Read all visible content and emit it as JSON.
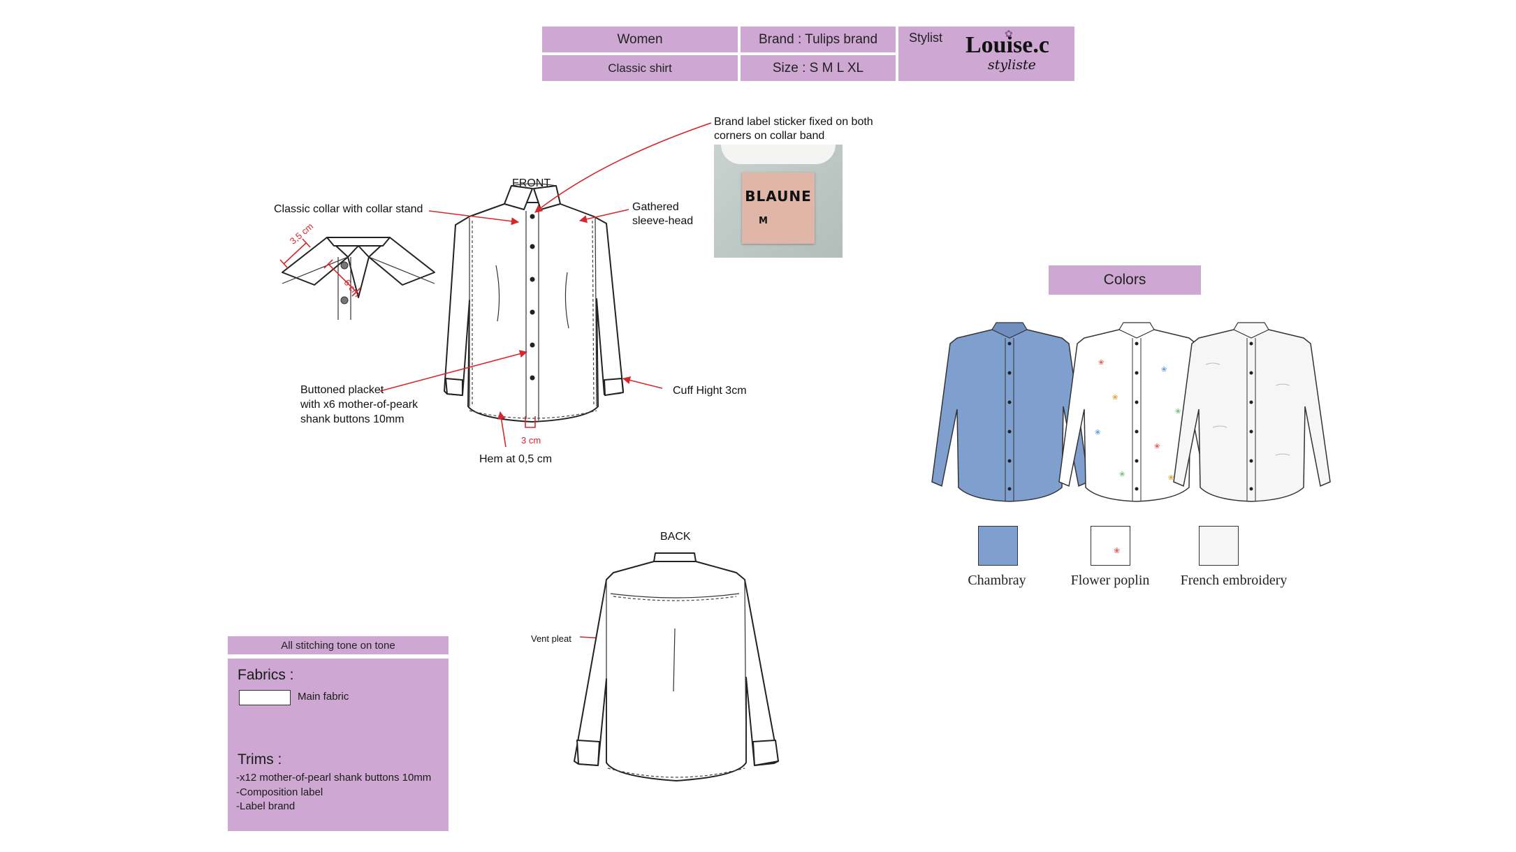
{
  "header": {
    "gender": "Women",
    "brand": "Brand : Tulips brand",
    "model": "Classic shirt",
    "sizes": "Size : S M L XL",
    "stylist_label": "Stylist",
    "stylist_logo_name": "Louise.c",
    "stylist_logo_sub": "styliste"
  },
  "front": {
    "title": "FRONT",
    "callouts": {
      "collar": "Classic collar with collar stand",
      "sleeve_head_1": "Gathered",
      "sleeve_head_2": "sleeve-head",
      "label_1": "Brand label sticker fixed on both",
      "label_2": "corners on collar band",
      "placket_1": "Buttoned placket",
      "placket_2": "with x6 mother-of-peark",
      "placket_3": "shank buttons 10mm",
      "cuff": "Cuff Hight 3cm",
      "hem": "Hem at 0,5 cm",
      "placket_width": "3 cm",
      "collar_height": "3,5 cm",
      "collar_point": "6 cm"
    }
  },
  "brand_label": {
    "text": "BLAUNE",
    "size": "M"
  },
  "back": {
    "title": "BACK",
    "callouts": {
      "vent": "Vent pleat"
    }
  },
  "colors": {
    "title": "Colors",
    "swatches": [
      {
        "name": "Chambray",
        "color": "#7f9fcf"
      },
      {
        "name": "Flower poplin",
        "color": "#ffffff"
      },
      {
        "name": "French embroidery",
        "color": "#f6f6f6"
      }
    ]
  },
  "spec": {
    "stitching": "All stitching tone on tone",
    "fabrics_title": "Fabrics :",
    "main_fabric": "Main fabric",
    "trims_title": "Trims :",
    "trims": [
      "-x12 mother-of-pearl shank buttons 10mm",
      "-Composition label",
      "-Label brand"
    ]
  }
}
